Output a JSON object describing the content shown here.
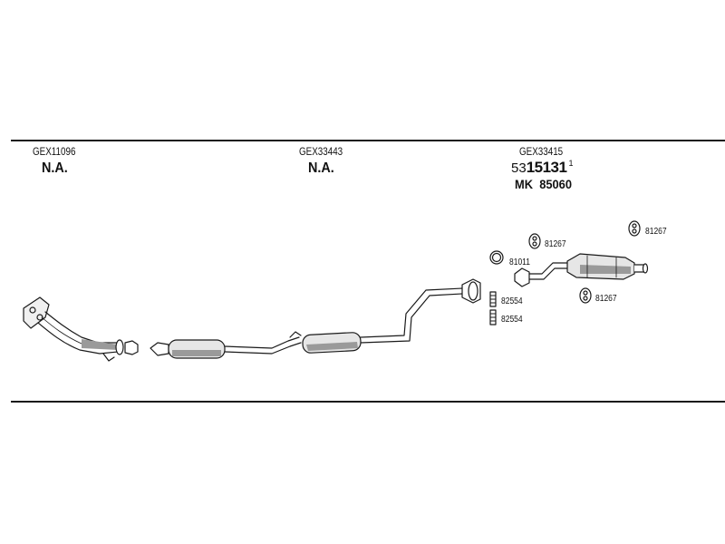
{
  "columns": [
    {
      "code": "GEX11096",
      "status": "N.A."
    },
    {
      "code": "GEX33443",
      "status": "N.A."
    },
    {
      "code": "GEX33415",
      "part_prefix": "53",
      "part_main": "15131",
      "part_suffix": "1",
      "mk_label": "MK",
      "mk_number": "85060"
    }
  ],
  "callouts": {
    "clamp_81011": "81011",
    "hanger_81267_a": "81267",
    "hanger_81267_b": "81267",
    "hanger_81267_c": "81267",
    "gasket_82554_a": "82554",
    "gasket_82554_b": "82554"
  },
  "colors": {
    "line": "#1a1a1a",
    "fill": "#e6e6e6",
    "shade": "#9a9a9a"
  }
}
